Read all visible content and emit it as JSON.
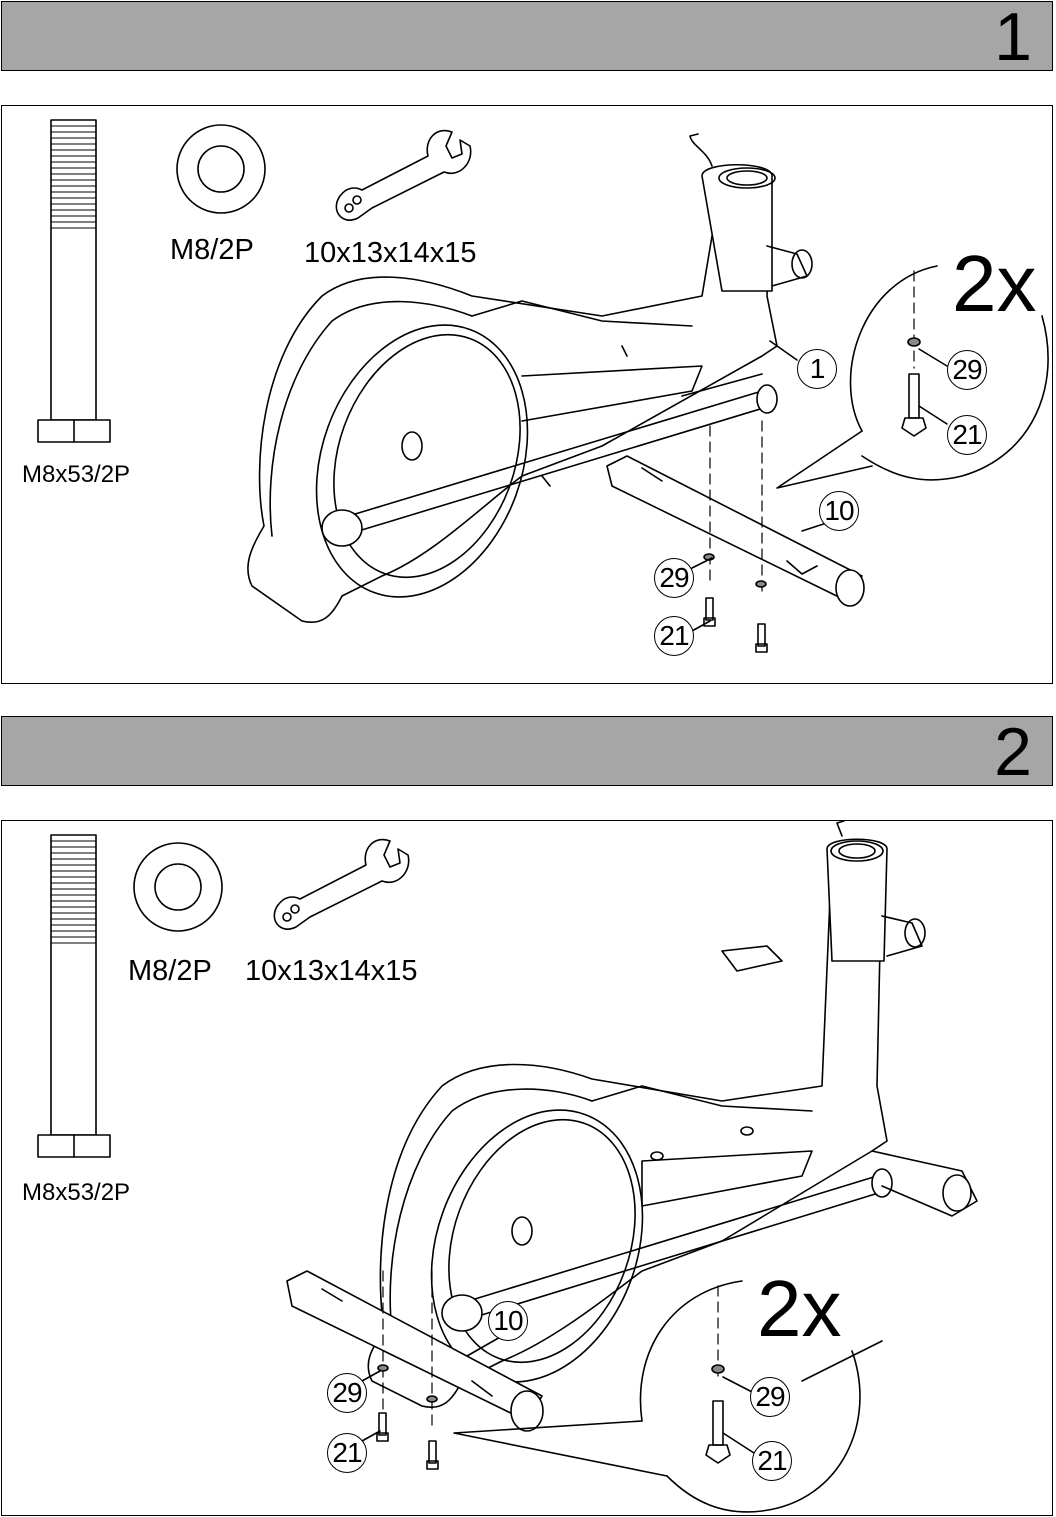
{
  "steps": [
    {
      "number": "1",
      "bolt_label": "M8x53/2P",
      "washer_label": "M8/2P",
      "wrench_label": "10x13x14x15",
      "multiplier": "2x",
      "callouts": {
        "frame": "1",
        "stabilizer": "10",
        "washer": "29",
        "bolt": "21"
      }
    },
    {
      "number": "2",
      "bolt_label": "M8x53/2P",
      "washer_label": "M8/2P",
      "wrench_label": "10x13x14x15",
      "multiplier": "2x",
      "callouts": {
        "stabilizer": "10",
        "washer": "29",
        "bolt": "21"
      }
    }
  ],
  "icons": [
    "bolt-icon",
    "washer-icon",
    "wrench-icon",
    "elliptical-frame-icon",
    "stabilizer-icon"
  ]
}
